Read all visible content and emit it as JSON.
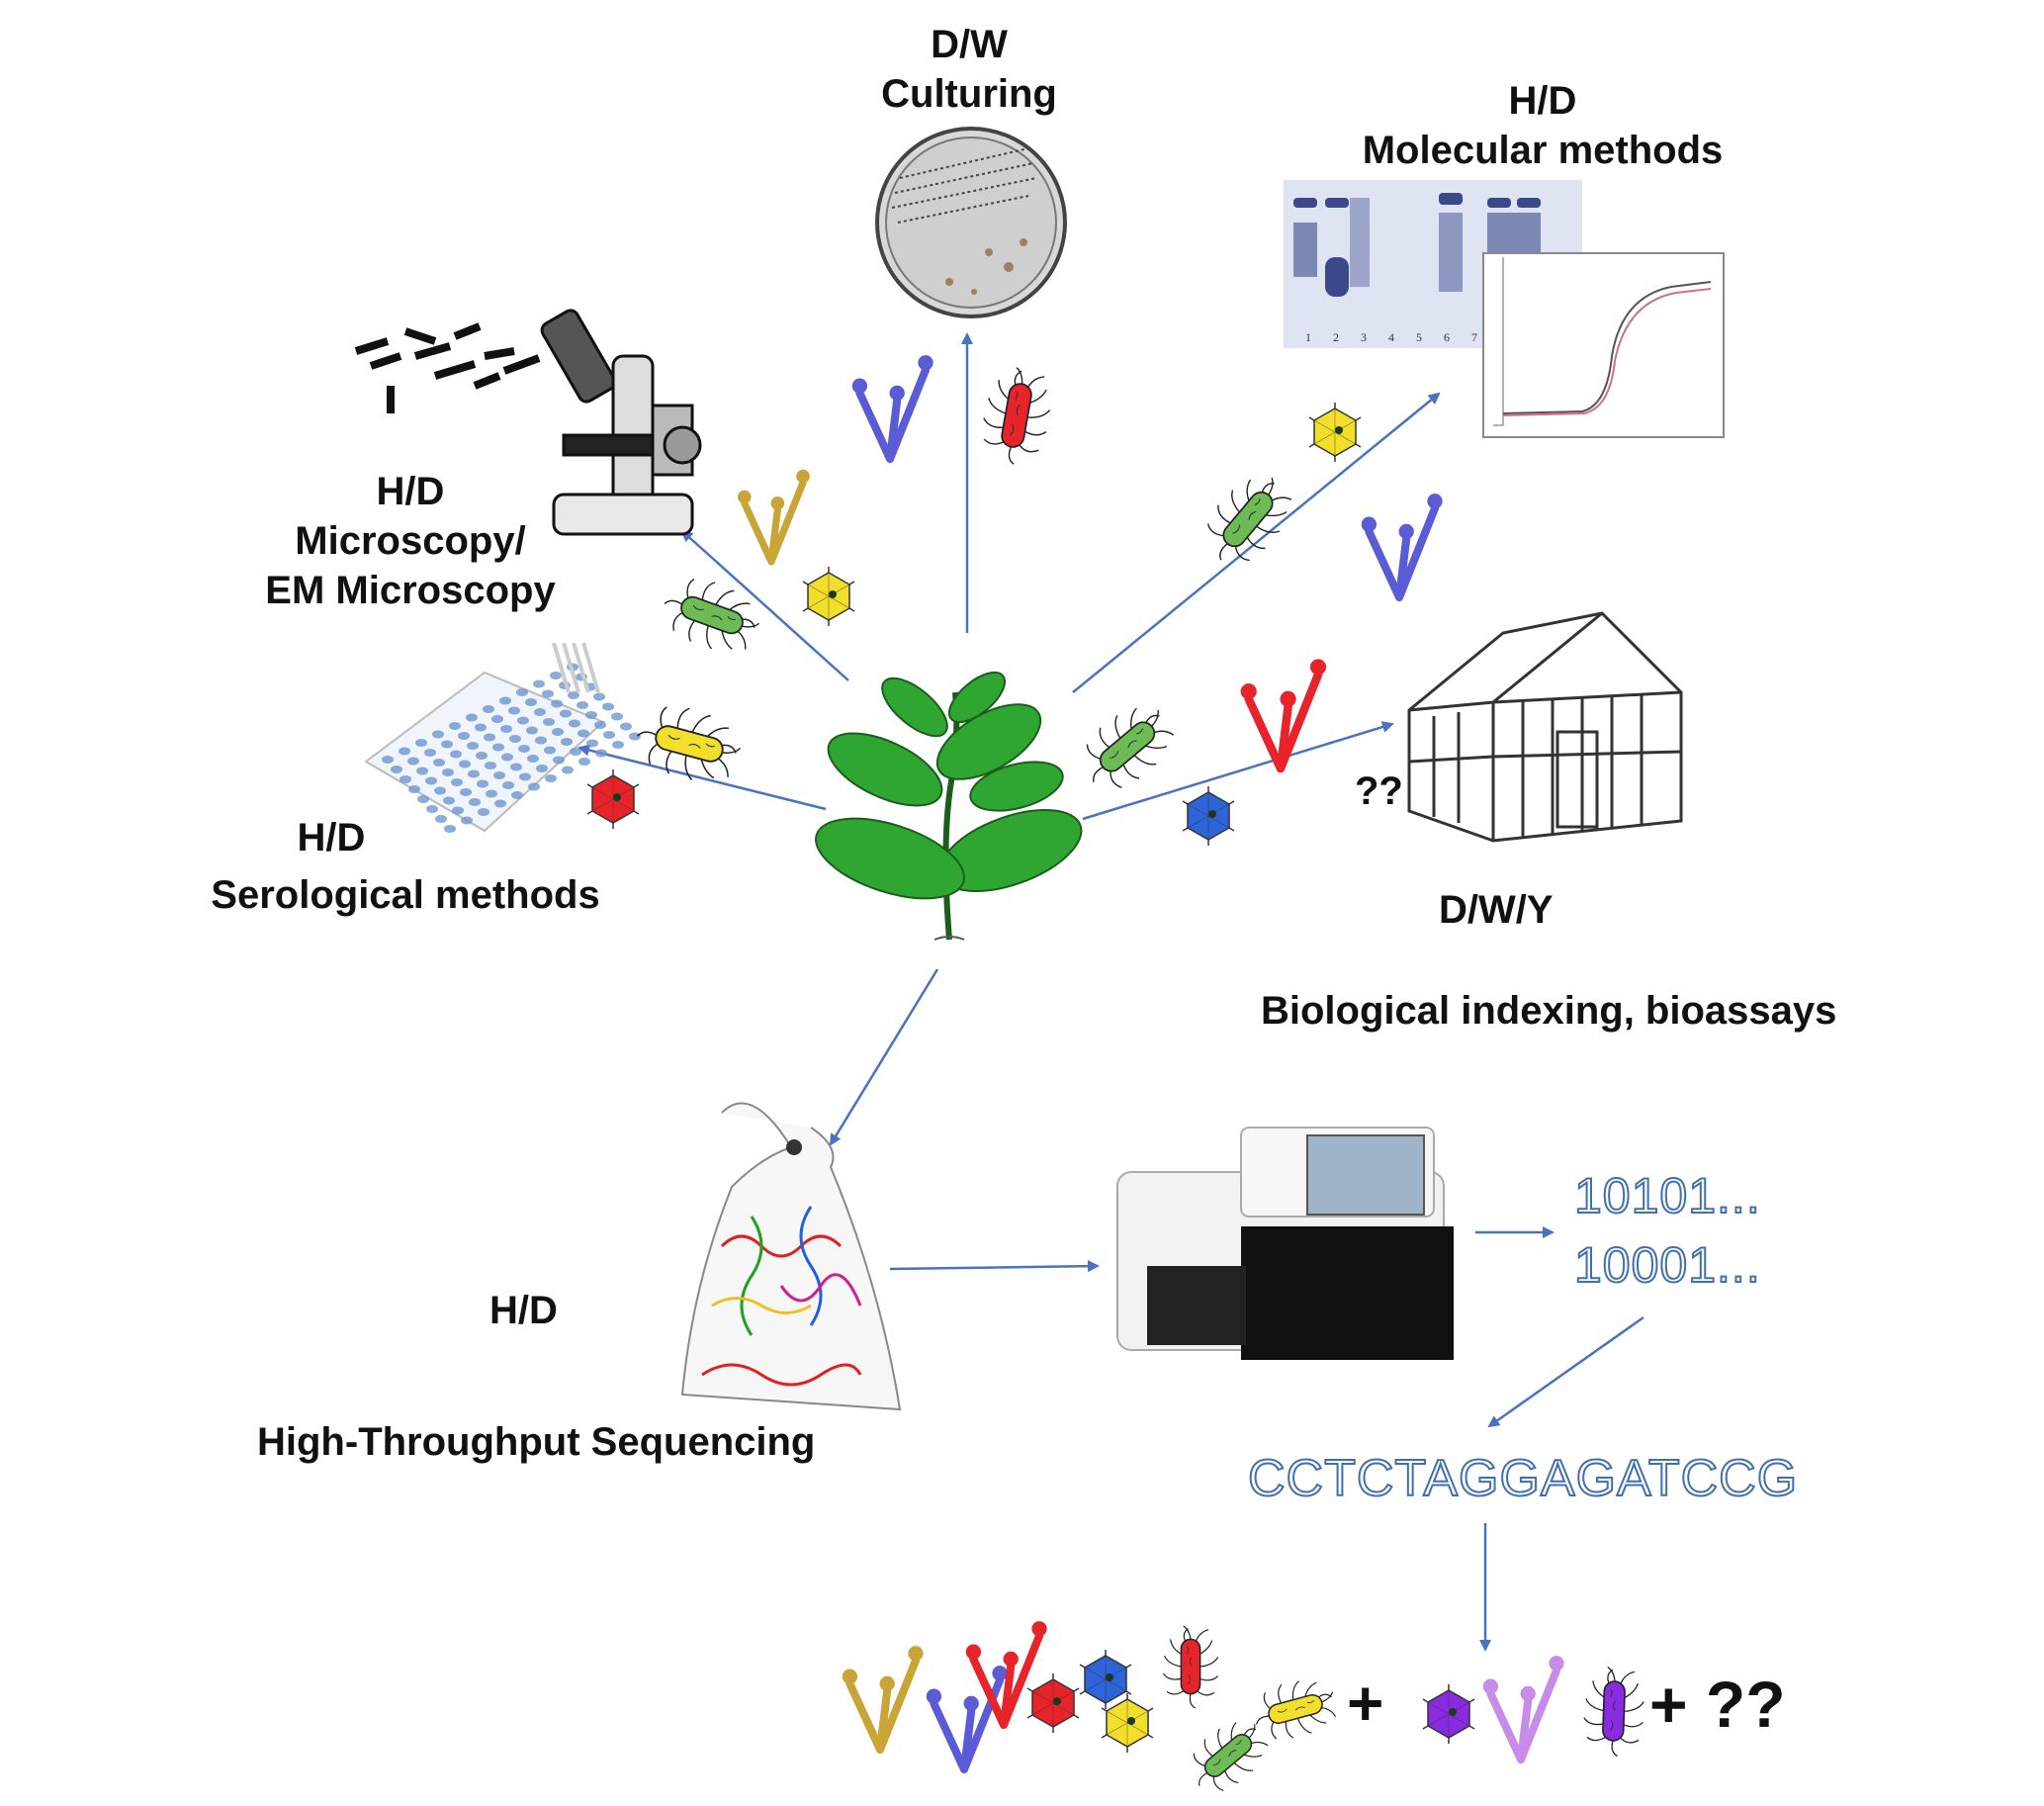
{
  "labels": {
    "culturing": {
      "code": "D/W",
      "name": "Culturing"
    },
    "molecular": {
      "code": "H/D",
      "name": "Molecular methods"
    },
    "microscopy": {
      "code": "H/D",
      "line1": "Microscopy/",
      "line2": "EM Microscopy"
    },
    "serological": {
      "code": "H/D",
      "name": "Serological methods"
    },
    "greenhouse": {
      "unknown": "??",
      "code": "D/W/Y",
      "name": "Biological indexing, bioassays"
    },
    "hts": {
      "code": "H/D",
      "name": "High-Throughput Sequencing"
    }
  },
  "binary": {
    "line1": "10101...",
    "line2": "10001..."
  },
  "sequence": "CCTCTAGGAGATCCG",
  "result": {
    "plus1": "+",
    "plus2": "+ ??"
  },
  "gel": {
    "lanes": [
      "1",
      "2",
      "3",
      "4",
      "5",
      "6",
      "7"
    ]
  },
  "colors": {
    "arrow": "#4a72c0",
    "red": "#e8242b",
    "green": "#6dbb55",
    "yellow": "#f2df2c",
    "blue": "#2f63d8",
    "purple": "#8a2be2",
    "gold": "#c9a437",
    "violet": "#5b5bd6",
    "lilac": "#c98be8",
    "plant": "#2fa532"
  }
}
